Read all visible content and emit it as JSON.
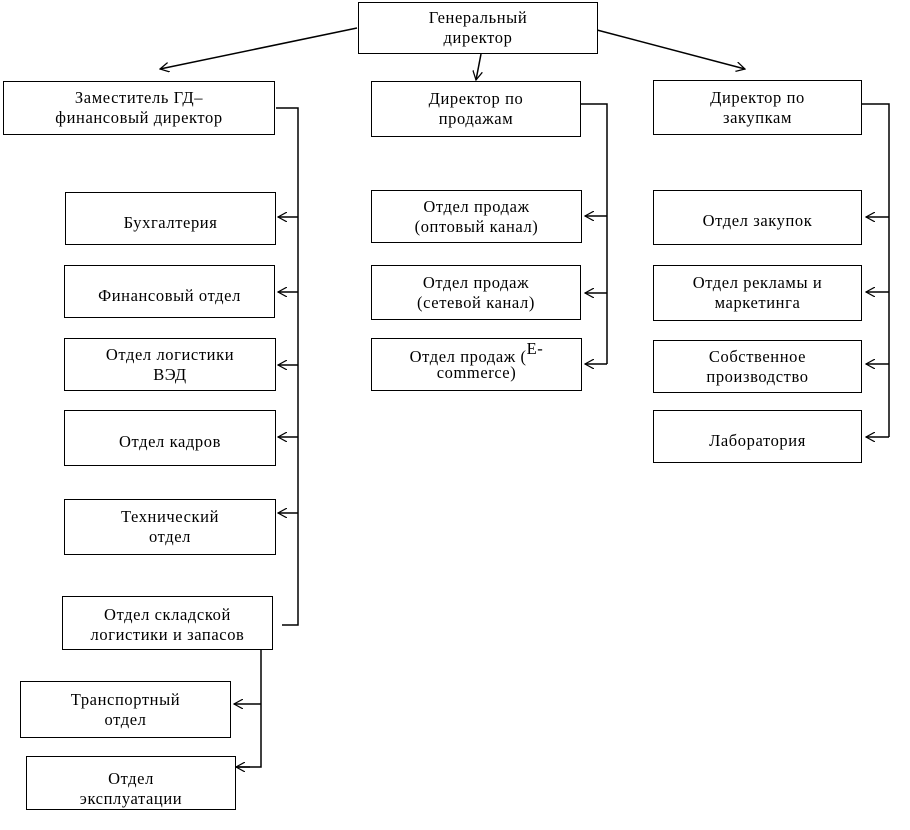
{
  "diagram": {
    "gd": {
      "l1": "Генеральный",
      "l2": "директор"
    },
    "deputy": {
      "l1": "Заместитель ГД–",
      "l2": "финансовый директор"
    },
    "sales_dir": {
      "l1": "Директор по",
      "l2": "продажам"
    },
    "purch_dir": {
      "l1": "Директор по",
      "l2": "закупкам"
    },
    "left": {
      "accounting": "Бухгалтерия",
      "finance": "Финансовый отдел",
      "logistics": {
        "l1": "Отдел логистики",
        "l2": "ВЭД"
      },
      "hr": "Отдел кадров",
      "technical": {
        "l1": "Технический",
        "l2": "отдел"
      },
      "warehouse": {
        "l1": "Отдел складской",
        "l2": "логистики и запасов"
      },
      "transport": {
        "l1": "Транспортный",
        "l2": "отдел"
      },
      "operations": {
        "l1": "Отдел",
        "l2": "эксплуатации"
      }
    },
    "middle": {
      "wholesale": {
        "l1": "Отдел продаж",
        "l2": "(оптовый канал)"
      },
      "network": {
        "l1": "Отдел продаж",
        "l2": "(сетевой канал)"
      },
      "ecommerce": {
        "l1": "Отдел продаж (",
        "sup": "E-",
        "l2": "commerce)"
      }
    },
    "right": {
      "purchasing": "Отдел закупок",
      "marketing": {
        "l1": "Отдел рекламы и",
        "l2": "маркетинга"
      },
      "production": {
        "l1": "Собственное",
        "l2": "производство"
      },
      "laboratory": "Лаборатория"
    }
  }
}
